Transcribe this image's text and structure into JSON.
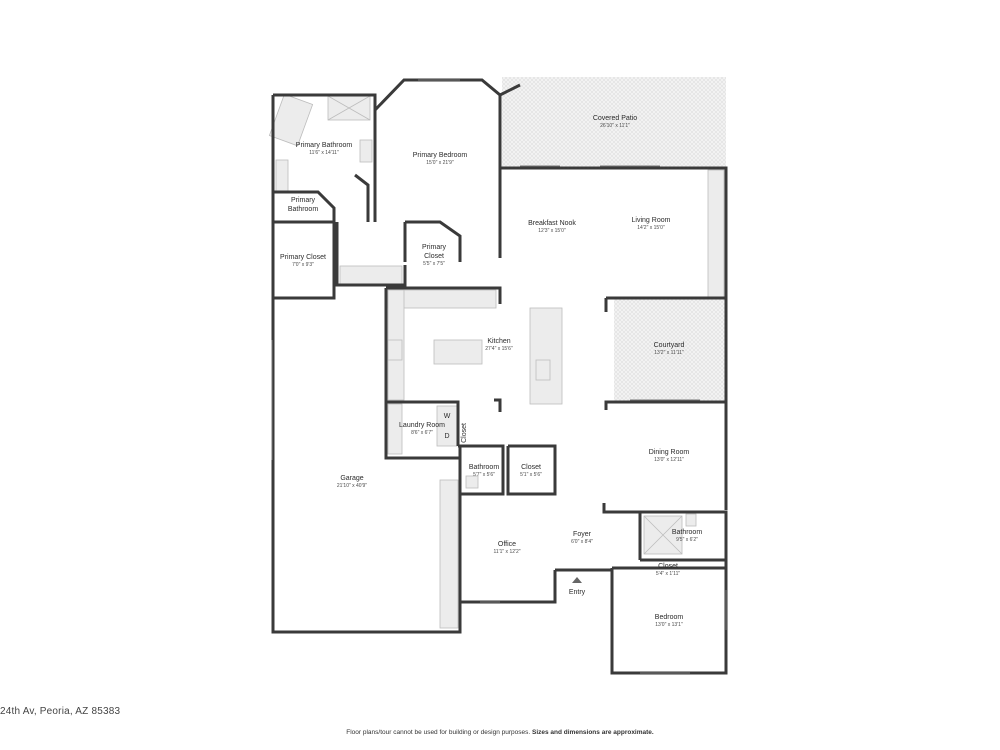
{
  "rooms": {
    "covered_patio": {
      "name": "Covered Patio",
      "dim": "26'10\" x 11'1\""
    },
    "primary_bathroom": {
      "name": "Primary Bathroom",
      "dim": "11'6\" x 14'11\""
    },
    "primary_bedroom": {
      "name": "Primary Bedroom",
      "dim": "15'0\" x 21'9\""
    },
    "primary_bathroom_2": {
      "name1": "Primary",
      "name2": "Bathroom"
    },
    "primary_closet_1": {
      "name": "Primary Closet",
      "dim": "7'0\" x 9'3\""
    },
    "primary_closet_2": {
      "name1": "Primary",
      "name2": "Closet",
      "dim": "5'5\" x 7'5\""
    },
    "breakfast_nook": {
      "name": "Breakfast Nook",
      "dim": "12'3\" x 15'0\""
    },
    "living_room": {
      "name": "Living Room",
      "dim": "14'2\" x 15'0\""
    },
    "kitchen": {
      "name": "Kitchen",
      "dim": "27'4\" x 15'6\""
    },
    "courtyard": {
      "name": "Courtyard",
      "dim": "13'2\" x 11'11\""
    },
    "laundry_room": {
      "name": "Laundry Room",
      "dim": "8'6\" x 6'7\""
    },
    "closet_vertical": {
      "name": "Closet"
    },
    "garage": {
      "name": "Garage",
      "dim": "21'10\" x 40'9\""
    },
    "bathroom_hall": {
      "name": "Bathroom",
      "dim": "5'7\" x 5'6\""
    },
    "closet_hall": {
      "name": "Closet",
      "dim": "5'1\" x 5'6\""
    },
    "dining_room": {
      "name": "Dining Room",
      "dim": "13'0\" x 12'11\""
    },
    "foyer": {
      "name": "Foyer",
      "dim": "6'0\" x 8'4\""
    },
    "office": {
      "name": "Office",
      "dim": "11'1\" x 12'2\""
    },
    "bathroom_guest": {
      "name": "Bathroom",
      "dim": "9'5\" x 6'2\""
    },
    "closet_guest": {
      "name": "Closet",
      "dim": "5'4\" x 1'11\""
    },
    "bedroom": {
      "name": "Bedroom",
      "dim": "13'0\" x 13'1\""
    }
  },
  "appliance_labels": {
    "washer": "W",
    "dryer": "D"
  },
  "entry_label": "Entry",
  "address": "24th Av, Peoria, AZ 85383",
  "disclaimer": {
    "part1": "Floor plans/tour cannot be used for building or design purposes.",
    "part2": "Sizes and dimensions are approximate."
  },
  "colors": {
    "wall": "#3a3a3a",
    "fixture": "#ececec",
    "background": "#ffffff"
  }
}
